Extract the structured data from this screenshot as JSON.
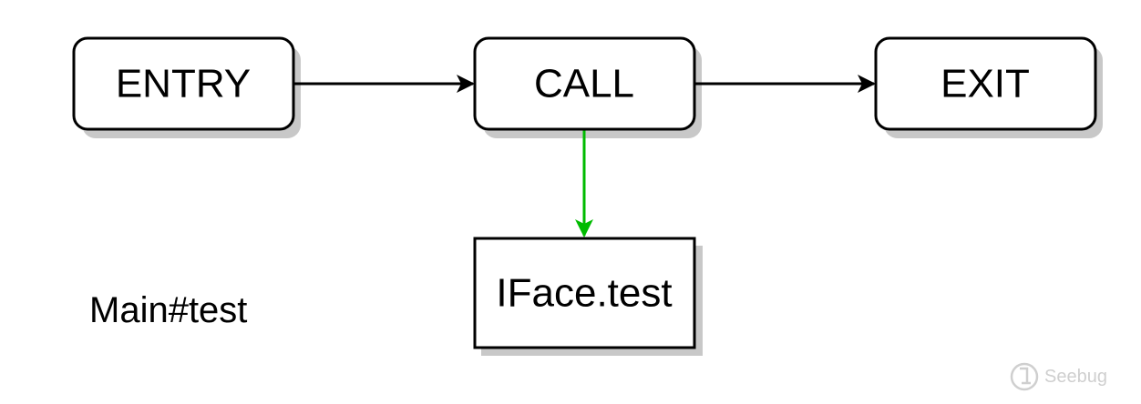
{
  "diagram": {
    "nodes": {
      "entry": "ENTRY",
      "call": "CALL",
      "exit": "EXIT",
      "iface": "IFace.test"
    },
    "caption": "Main#test",
    "edges": [
      {
        "from": "ENTRY",
        "to": "CALL",
        "color": "#000000"
      },
      {
        "from": "CALL",
        "to": "EXIT",
        "color": "#000000"
      },
      {
        "from": "CALL",
        "to": "IFace.test",
        "color": "#00bb00"
      }
    ]
  },
  "watermark": {
    "text": "Seebug",
    "icon": "seebug-logo-icon"
  },
  "colors": {
    "node_fill": "#ffffff",
    "node_stroke": "#000000",
    "shadow": "#c8c8c8",
    "call_edge": "#00bb00"
  }
}
